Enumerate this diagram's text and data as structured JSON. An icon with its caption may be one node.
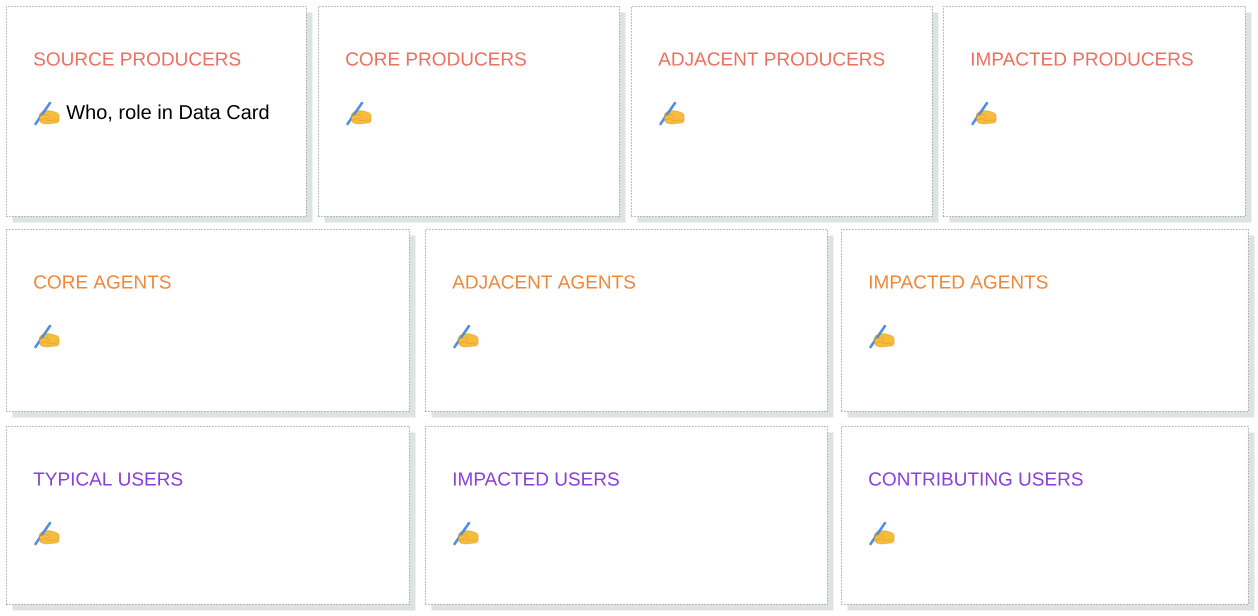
{
  "diagram": {
    "nodes": [
      {
        "text": [
          "SOURCE PRODUCERS",
          "Who, role in Data Card"
        ]
      },
      {
        "text": [
          "CORE PRODUCERS"
        ]
      },
      {
        "text": [
          "ADJACENT PRODUCERS"
        ]
      },
      {
        "text": [
          "IMPACTED PRODUCERS"
        ]
      },
      {
        "text": [
          "CORE AGENTS"
        ]
      },
      {
        "text": [
          "ADJACENT AGENTS"
        ]
      },
      {
        "text": [
          "IMPACTED AGENTS"
        ]
      },
      {
        "text": [
          "TYPICAL USERS"
        ]
      },
      {
        "text": [
          "IMPACTED USERS"
        ]
      },
      {
        "text": [
          "CONTRIBUTING USERS"
        ]
      }
    ]
  }
}
